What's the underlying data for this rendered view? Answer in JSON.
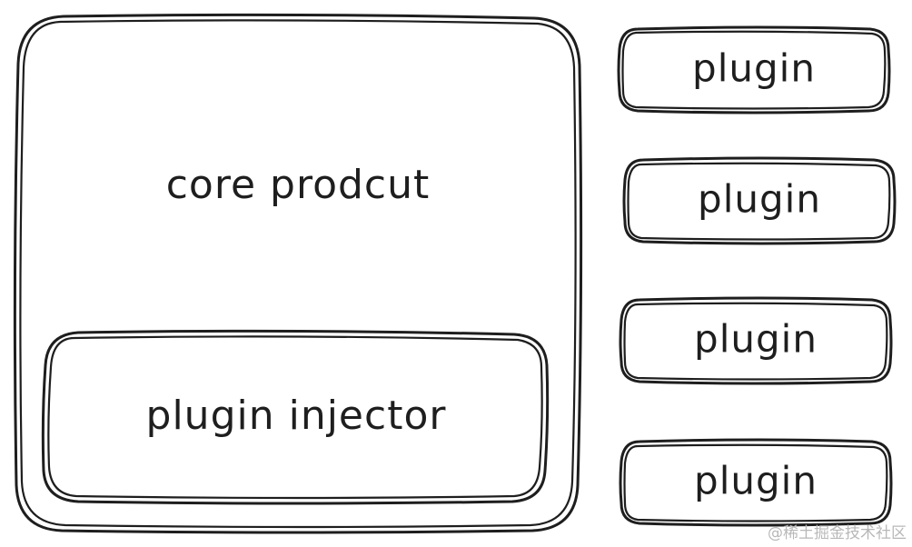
{
  "diagram": {
    "core": {
      "label": "core prodcut"
    },
    "injector": {
      "label": "plugin injector"
    },
    "plugins": [
      {
        "label": "plugin"
      },
      {
        "label": "plugin"
      },
      {
        "label": "plugin"
      },
      {
        "label": "plugin"
      }
    ],
    "stroke_color": "#1e1e1e",
    "background_color": "#ffffff"
  },
  "watermark": {
    "text": "@稀土掘金技术社区",
    "color": "#b8b8b8"
  }
}
